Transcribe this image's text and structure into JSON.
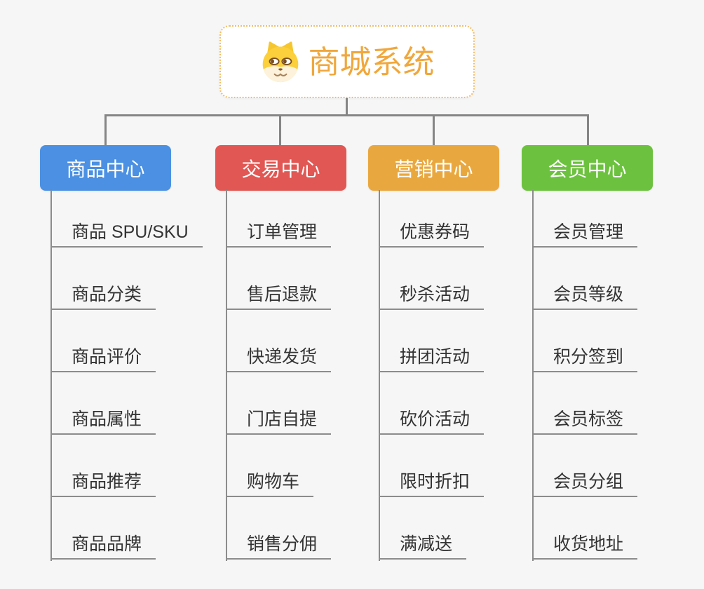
{
  "root": {
    "title": "商城系统",
    "icon": "dog-face-icon",
    "title_color": "#F0A73C",
    "border_color": "#F3BC66"
  },
  "style": {
    "background": "#F6F6F6",
    "connector_color": "#858585",
    "leaf_line_color": "#8C8C8C",
    "leaf_text_color": "#333333"
  },
  "branches": [
    {
      "label": "商品中心",
      "color": "#4B90E2",
      "children": [
        "商品 SPU/SKU",
        "商品分类",
        "商品评价",
        "商品属性",
        "商品推荐",
        "商品品牌"
      ]
    },
    {
      "label": "交易中心",
      "color": "#E15753",
      "children": [
        "订单管理",
        "售后退款",
        "快递发货",
        "门店自提",
        "购物车",
        "销售分佣"
      ]
    },
    {
      "label": "营销中心",
      "color": "#E9A83F",
      "children": [
        "优惠券码",
        "秒杀活动",
        "拼团活动",
        "砍价活动",
        "限时折扣",
        "满减送"
      ]
    },
    {
      "label": "会员中心",
      "color": "#6CC23E",
      "children": [
        "会员管理",
        "会员等级",
        "积分签到",
        "会员标签",
        "会员分组",
        "收货地址"
      ]
    }
  ]
}
